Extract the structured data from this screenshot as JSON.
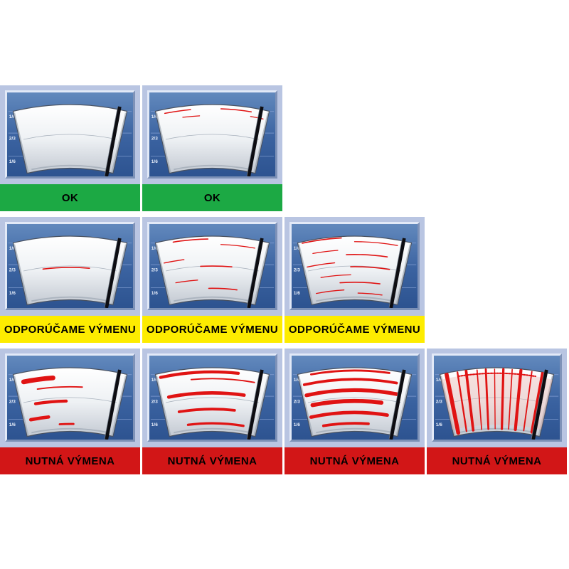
{
  "zones": [
    "1/6",
    "2/3",
    "1/6"
  ],
  "colors": {
    "page_bg": "#ffffff",
    "cell_mat": "#b9c5e2",
    "panel_top": "#6289bd",
    "panel_bottom": "#2d5390",
    "zone_line": "#7f9bd0",
    "streak_red": "#e01313",
    "status_ok_green": "#1ca944",
    "status_warn_yellow": "#fdec00",
    "status_alert_red": "#d21617",
    "label_text": "#000000"
  },
  "rows": [
    {
      "status": "OK",
      "bar_color": "#1ca944",
      "cells": [
        {
          "wear": "clean",
          "streaks": []
        },
        {
          "wear": "slight-marks-top",
          "streaks": [
            {
              "r": 376,
              "a1": -11,
              "a2": -5,
              "w": 1.6
            },
            {
              "r": 376,
              "a1": 2,
              "a2": 9,
              "w": 1.6
            },
            {
              "r": 366,
              "a1": -7,
              "a2": -3,
              "w": 1.3
            },
            {
              "r": 369,
              "a1": 9,
              "a2": 12,
              "w": 1.3
            }
          ]
        }
      ]
    },
    {
      "status": "ODPORÚČAME VÝMENU",
      "bar_color": "#fdec00",
      "cells": [
        {
          "wear": "single-thin-streak",
          "streaks": [
            {
              "r": 336,
              "a1": -7,
              "a2": 5,
              "w": 1.7
            }
          ]
        },
        {
          "wear": "several-thin-streaks",
          "streaks": [
            {
              "r": 378,
              "a1": -9,
              "a2": -1,
              "w": 1.7
            },
            {
              "r": 370,
              "a1": 2,
              "a2": 10,
              "w": 1.4
            },
            {
              "r": 350,
              "a1": -12,
              "a2": -7,
              "w": 1.4
            },
            {
              "r": 338,
              "a1": -3,
              "a2": 5,
              "w": 1.7
            },
            {
              "r": 318,
              "a1": -10,
              "a2": -4,
              "w": 1.4
            },
            {
              "r": 305,
              "a1": -1,
              "a2": 7,
              "w": 1.7
            }
          ]
        },
        {
          "wear": "many-thin-streaks",
          "streaks": [
            {
              "r": 380,
              "a1": -12,
              "a2": -3,
              "w": 1.7
            },
            {
              "r": 374,
              "a1": 0,
              "a2": 10,
              "w": 1.4
            },
            {
              "r": 362,
              "a1": -10,
              "a2": -4,
              "w": 1.4
            },
            {
              "r": 355,
              "a1": -2,
              "a2": 8,
              "w": 1.7
            },
            {
              "r": 344,
              "a1": -12,
              "a2": -5,
              "w": 1.4
            },
            {
              "r": 337,
              "a1": -1,
              "a2": 9,
              "w": 1.7
            },
            {
              "r": 325,
              "a1": -9,
              "a2": -1,
              "w": 1.4
            },
            {
              "r": 314,
              "a1": -4,
              "a2": 7,
              "w": 1.7
            },
            {
              "r": 303,
              "a1": -11,
              "a2": -3,
              "w": 1.4
            },
            {
              "r": 298,
              "a1": 1,
              "a2": 8,
              "w": 1.4
            }
          ]
        }
      ]
    },
    {
      "status": "NUTNÁ VÝMENA",
      "bar_color": "#d21617",
      "cells": [
        {
          "wear": "thick-smears",
          "streaks": [
            {
              "r": 368,
              "a1": -11,
              "a2": -4,
              "w": 7
            },
            {
              "r": 354,
              "a1": -8,
              "a2": 3,
              "w": 2
            },
            {
              "r": 333,
              "a1": -9,
              "a2": -1,
              "w": 4.5
            },
            {
              "r": 311,
              "a1": -11,
              "a2": -6,
              "w": 5
            },
            {
              "r": 299,
              "a1": -3,
              "a2": 1,
              "w": 3
            }
          ]
        },
        {
          "wear": "long-thick-smears",
          "streaks": [
            {
              "r": 376,
              "a1": -12,
              "a2": 6,
              "w": 4.5
            },
            {
              "r": 366,
              "a1": -5,
              "a2": 10,
              "w": 2
            },
            {
              "r": 345,
              "a1": -11,
              "a2": 8,
              "w": 5
            },
            {
              "r": 321,
              "a1": -9,
              "a2": 6,
              "w": 4
            },
            {
              "r": 300,
              "a1": -7,
              "a2": 9,
              "w": 3.5
            }
          ]
        },
        {
          "wear": "heavy-smearing",
          "streaks": [
            {
              "r": 378,
              "a1": -10,
              "a2": 8,
              "w": 3
            },
            {
              "r": 365,
              "a1": -12,
              "a2": 10,
              "w": 4
            },
            {
              "r": 349,
              "a1": -12,
              "a2": 11,
              "w": 5.5
            },
            {
              "r": 333,
              "a1": -11,
              "a2": 7,
              "w": 6
            },
            {
              "r": 316,
              "a1": -12,
              "a2": 9,
              "w": 5
            },
            {
              "r": 300,
              "a1": -9,
              "a2": 4,
              "w": 4
            }
          ]
        },
        {
          "wear": "vertical-streaking-total",
          "streaks": [
            {
              "r": 336,
              "a1": -12,
              "a2": 12,
              "w": 76,
              "c": "#edb8b2",
              "o": 0.4
            },
            {
              "t": "v",
              "a": -11.5,
              "w": 6
            },
            {
              "t": "v",
              "a": -9,
              "w": 2.5
            },
            {
              "t": "v",
              "a": -7,
              "w": 4
            },
            {
              "t": "v",
              "a": -4.5,
              "w": 1.8
            },
            {
              "t": "v",
              "a": -2.5,
              "w": 3
            },
            {
              "t": "v",
              "a": -0.5,
              "w": 1.5
            },
            {
              "t": "v",
              "a": 1.5,
              "w": 3.5
            },
            {
              "t": "v",
              "a": 3.5,
              "w": 1.8
            },
            {
              "t": "v",
              "a": 5.5,
              "w": 4.5
            },
            {
              "t": "v",
              "a": 8,
              "w": 2
            },
            {
              "t": "v",
              "a": 10.5,
              "w": 5
            },
            {
              "r": 374,
              "a1": -9,
              "a2": 9,
              "w": 2.2,
              "dash": "2.5 2"
            }
          ]
        }
      ]
    }
  ]
}
